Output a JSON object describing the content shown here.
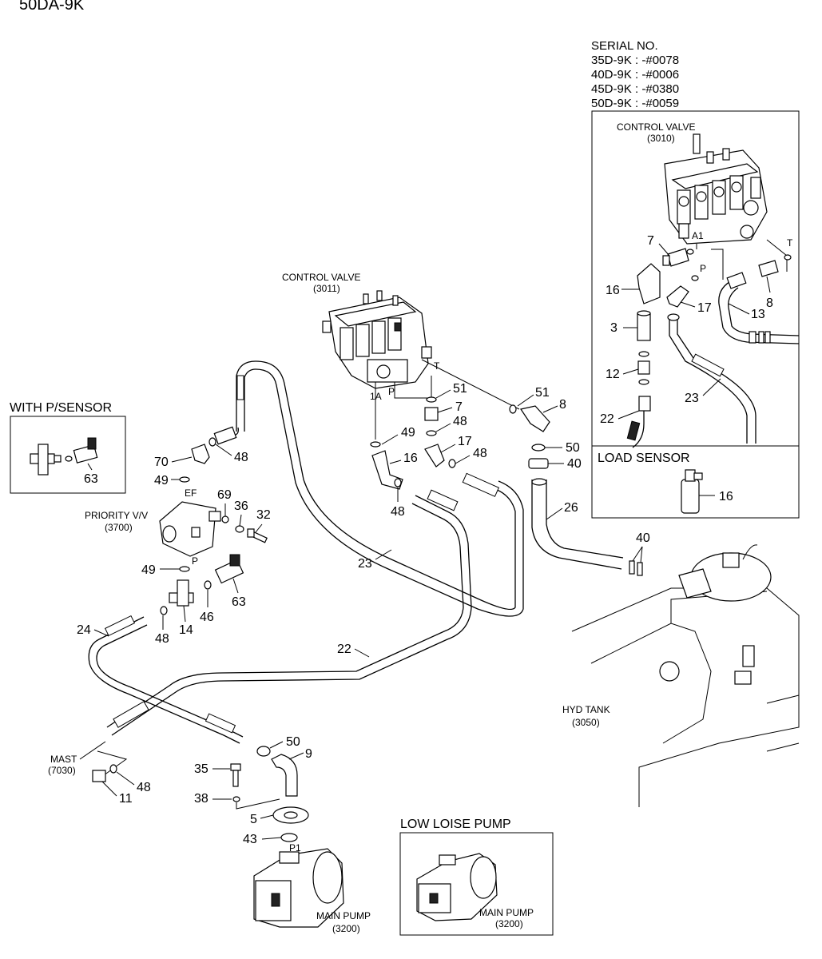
{
  "title": "50DA-9K",
  "serial_block": {
    "heading": "SERIAL NO.",
    "lines": [
      "35D-9K : -#0078",
      "40D-9K : -#0006",
      "45D-9K : -#0380",
      "50D-9K : -#0059"
    ]
  },
  "inset_control_valve": {
    "name": "CONTROL VALVE",
    "code": "(3010)",
    "port_labels": {
      "a1": "A1",
      "p": "P",
      "t": "T"
    },
    "callouts": {
      "c7": "7",
      "c8": "8",
      "c16": "16",
      "c17": "17",
      "c13": "13",
      "c3": "3",
      "c12": "12",
      "c22": "22",
      "c23": "23"
    }
  },
  "load_sensor": {
    "title": "LOAD SENSOR",
    "callout": "16"
  },
  "with_psensor": {
    "title": "WITH P/SENSOR",
    "callout": "63"
  },
  "low_noise_pump": {
    "title": "LOW LOISE PUMP",
    "name": "MAIN PUMP",
    "code": "(3200)"
  },
  "main": {
    "control_valve": {
      "name": "CONTROL VALVE",
      "code": "(3011)"
    },
    "priority_valve": {
      "name": "PRIORITY V/V",
      "code": "(3700)"
    },
    "hyd_tank": {
      "name": "HYD TANK",
      "code": "(3050)"
    },
    "mast": {
      "name": "MAST",
      "code": "(7030)"
    },
    "main_pump": {
      "name": "MAIN PUMP",
      "code": "(3200)"
    },
    "port_labels": {
      "t": "T",
      "p": "P",
      "a1": "1A",
      "ef": "EF",
      "pv_p": "P",
      "p1": "P1"
    },
    "callouts": {
      "c51a": "51",
      "c7": "7",
      "c48a": "48",
      "c49a": "49",
      "c16": "16",
      "c17": "17",
      "c48b": "48",
      "c48c": "48",
      "c51b": "51",
      "c8": "8",
      "c50a": "50",
      "c40a": "40",
      "c26": "26",
      "c40b": "40",
      "c70": "70",
      "c48d": "48",
      "c49b": "49",
      "c69": "69",
      "c36": "36",
      "c32": "32",
      "c49c": "49",
      "c63": "63",
      "c46": "46",
      "c14": "14",
      "c48e": "48",
      "c24": "24",
      "c23": "23",
      "c22": "22",
      "c50b": "50",
      "c9": "9",
      "c35": "35",
      "c38": "38",
      "c5": "5",
      "c43": "43",
      "c11": "11",
      "c48f": "48"
    }
  }
}
